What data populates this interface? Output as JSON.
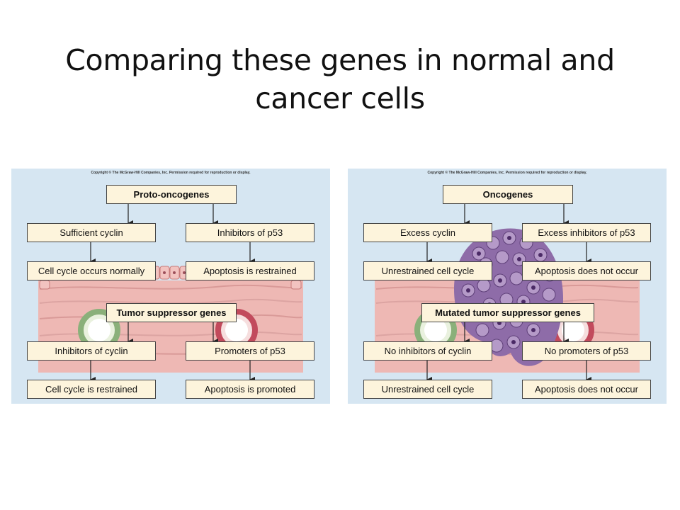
{
  "slide": {
    "title_line1": "Comparing these genes in normal and",
    "title_line2": "cancer cells"
  },
  "copyright": "Copyright © The McGraw-Hill Companies, Inc. Permission required for reproduction or display.",
  "normal": {
    "top_header": "Proto-oncogenes",
    "row1_left": "Sufficient cyclin",
    "row1_right": "Inhibitors of p53",
    "row2_left": "Cell cycle occurs normally",
    "row2_right": "Apoptosis is restrained",
    "mid_header": "Tumor suppressor genes",
    "row3_left": "Inhibitors of cyclin",
    "row3_right": "Promoters of p53",
    "row4_left": "Cell cycle is restrained",
    "row4_right": "Apoptosis is promoted"
  },
  "cancer": {
    "top_header": "Oncogenes",
    "row1_left": "Excess cyclin",
    "row1_right": "Excess inhibitors of p53",
    "row2_left": "Unrestrained cell cycle",
    "row2_right": "Apoptosis does not occur",
    "mid_header": "Mutated tumor suppressor genes",
    "row3_left": "No inhibitors of cyclin",
    "row3_right": "No promoters of p53",
    "row4_left": "Unrestrained cell cycle",
    "row4_right": "Apoptosis does not occur"
  },
  "colors": {
    "panel_bg": "#d6e6f2",
    "box_fill": "#fdf4dc",
    "tissue": "#eeb8b4",
    "tumor": "#8e6ca8"
  }
}
